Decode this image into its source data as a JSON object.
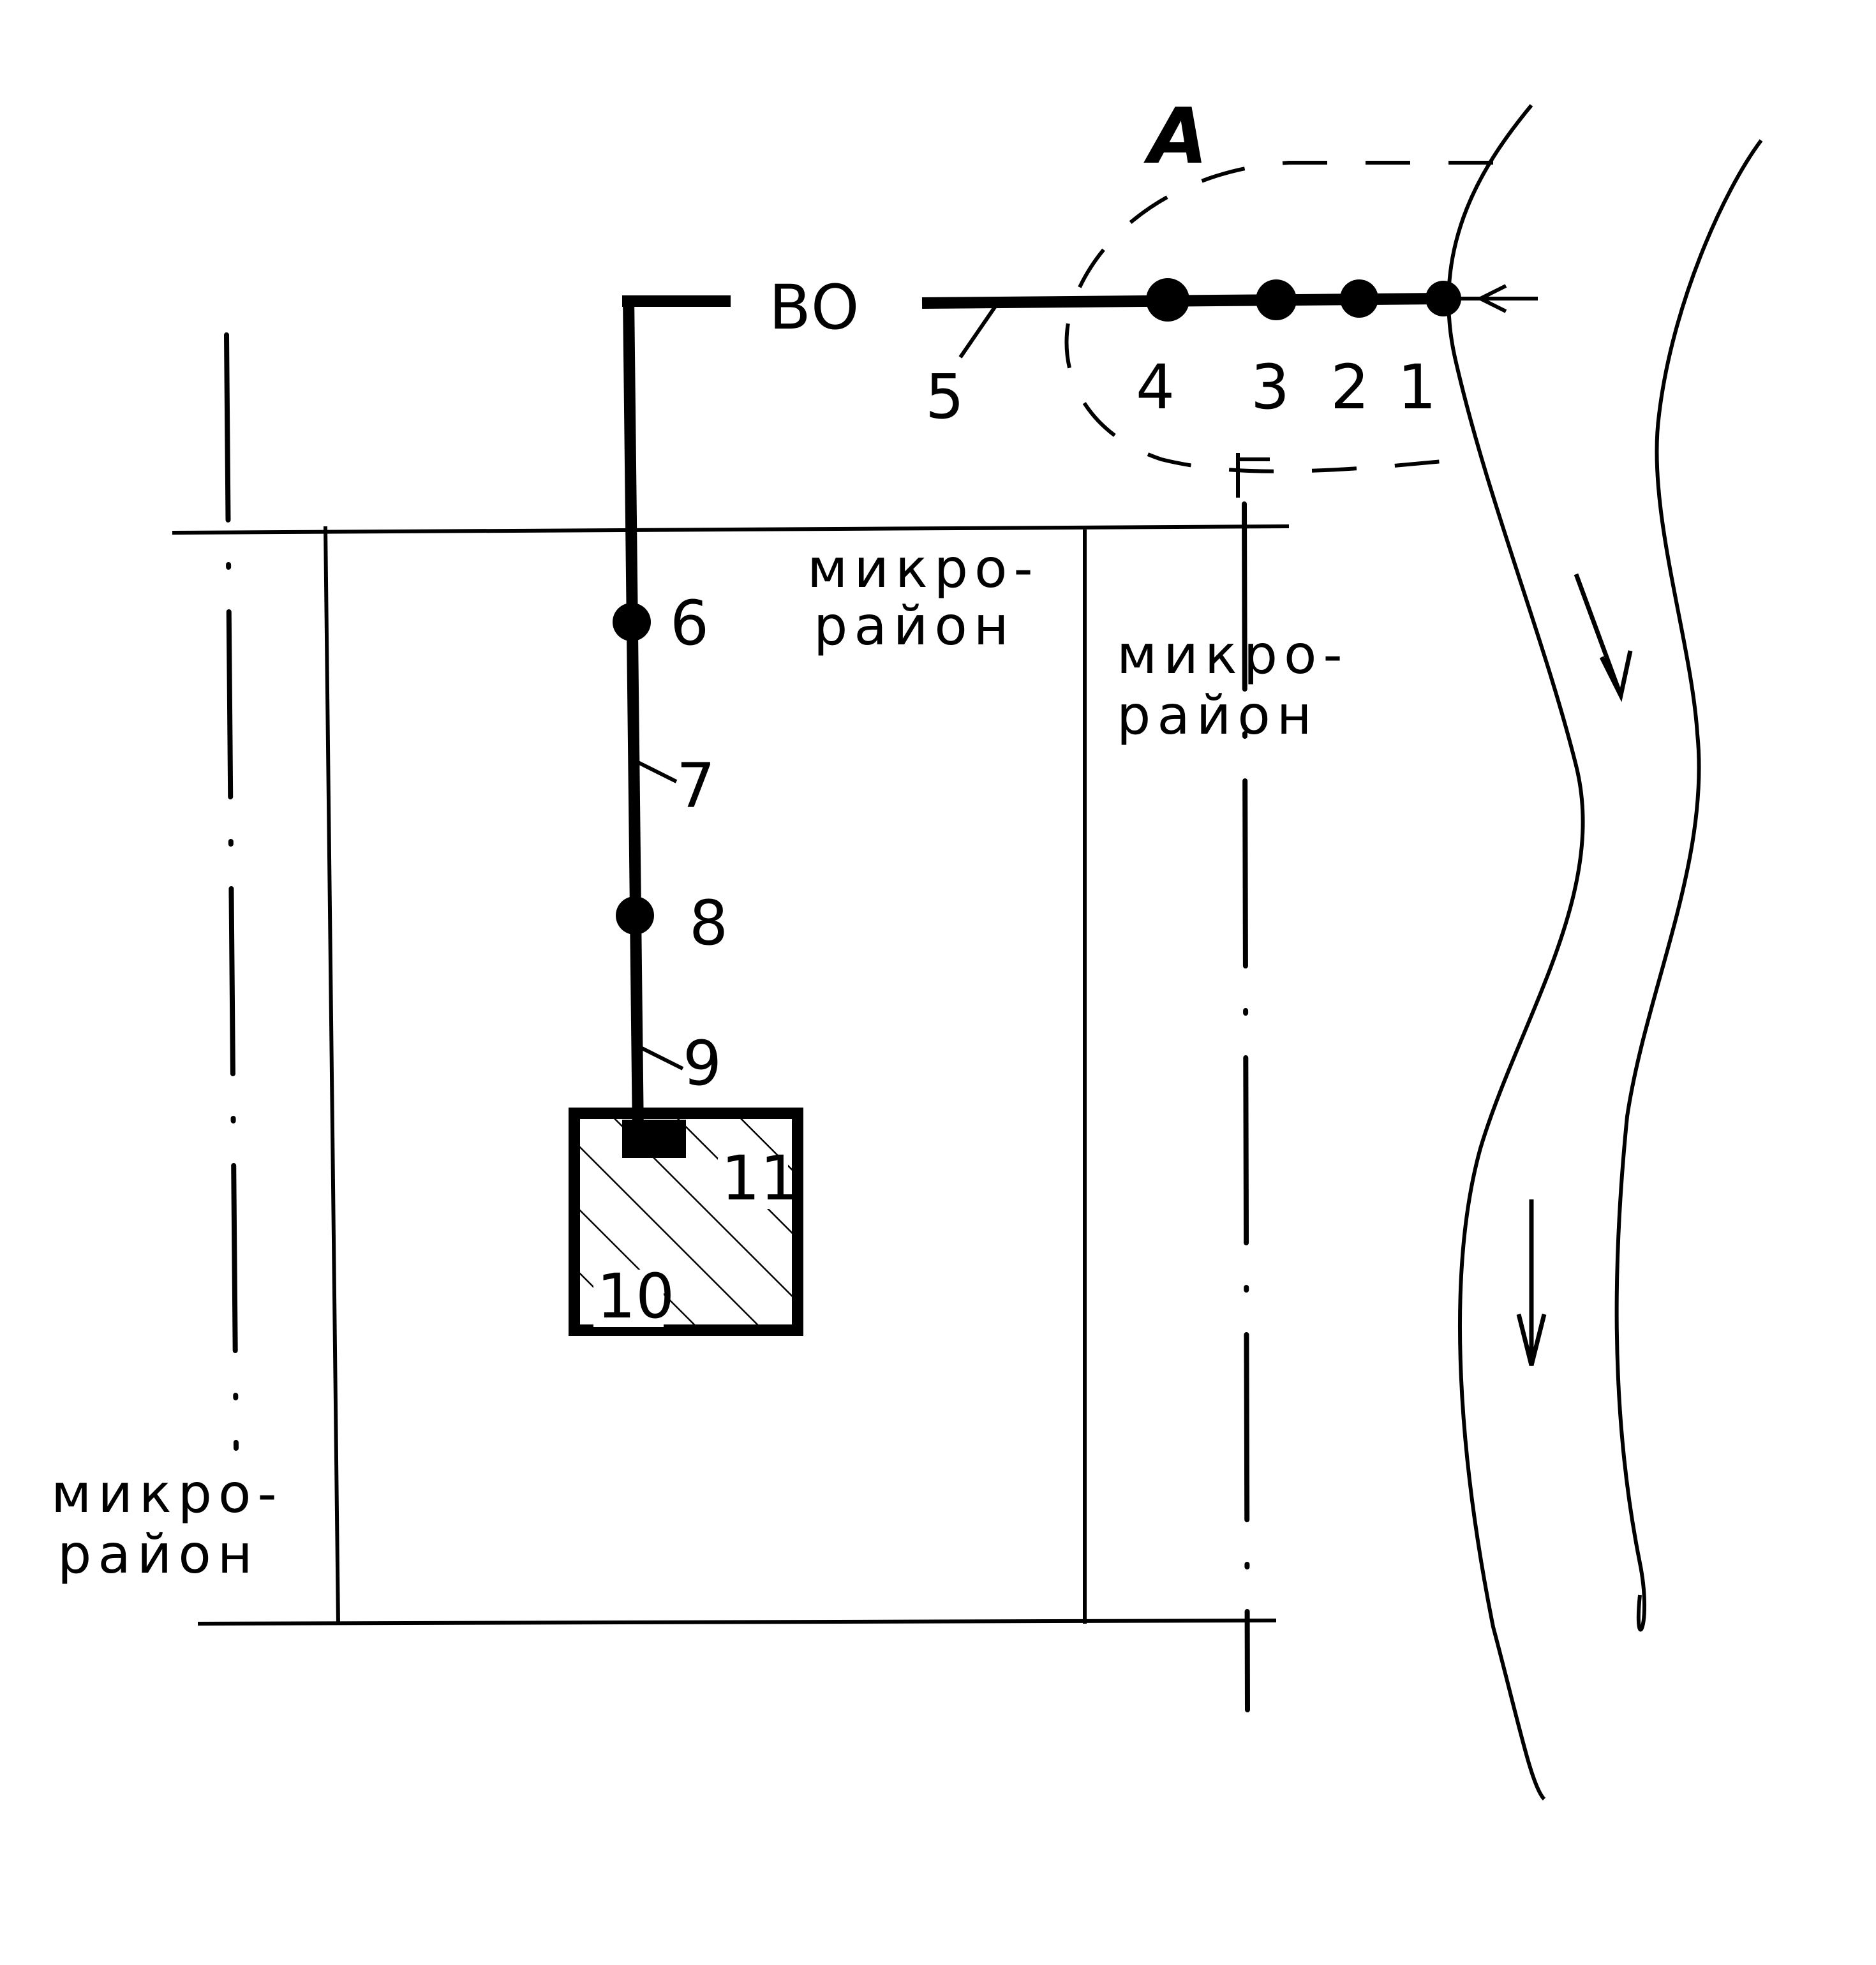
{
  "labels": {
    "section_marker": "A",
    "water_intake_pipe": "ВО",
    "points": {
      "p1": "1",
      "p2": "2",
      "p3": "3",
      "p4": "4",
      "p5": "5",
      "p6": "6",
      "p7": "7",
      "p8": "8",
      "p9": "9",
      "p10": "10",
      "p11": "11"
    },
    "districts": {
      "center": {
        "line1": "микро-",
        "line2": "район"
      },
      "right": {
        "line1": "микро-",
        "line2": "район"
      },
      "left": {
        "line1": "микро-",
        "line2": "район"
      }
    }
  },
  "colors": {
    "ink": "#000000",
    "paper": "#ffffff"
  }
}
